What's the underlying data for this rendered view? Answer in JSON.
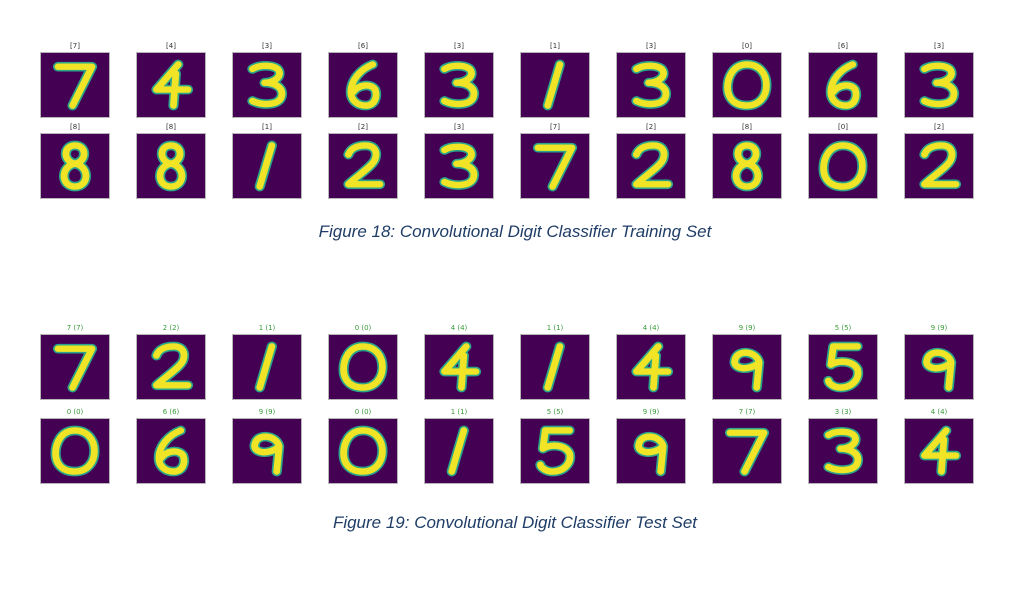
{
  "figure18": {
    "caption": "Figure 18: Convolutional Digit Classifier Training Set",
    "rows": [
      [
        {
          "label": "[7]",
          "digit": "7"
        },
        {
          "label": "[4]",
          "digit": "4"
        },
        {
          "label": "[3]",
          "digit": "3"
        },
        {
          "label": "[6]",
          "digit": "6"
        },
        {
          "label": "[3]",
          "digit": "3"
        },
        {
          "label": "[1]",
          "digit": "1"
        },
        {
          "label": "[3]",
          "digit": "3"
        },
        {
          "label": "[0]",
          "digit": "0"
        },
        {
          "label": "[6]",
          "digit": "6"
        },
        {
          "label": "[3]",
          "digit": "3"
        }
      ],
      [
        {
          "label": "[8]",
          "digit": "8"
        },
        {
          "label": "[8]",
          "digit": "8"
        },
        {
          "label": "[1]",
          "digit": "1"
        },
        {
          "label": "[2]",
          "digit": "2"
        },
        {
          "label": "[3]",
          "digit": "3"
        },
        {
          "label": "[7]",
          "digit": "7"
        },
        {
          "label": "[2]",
          "digit": "2"
        },
        {
          "label": "[8]",
          "digit": "8"
        },
        {
          "label": "[0]",
          "digit": "0"
        },
        {
          "label": "[2]",
          "digit": "2"
        }
      ]
    ]
  },
  "figure19": {
    "caption": "Figure 19: Convolutional Digit Classifier Test Set",
    "rows": [
      [
        {
          "label": "7 (7)",
          "digit": "7"
        },
        {
          "label": "2 (2)",
          "digit": "2"
        },
        {
          "label": "1 (1)",
          "digit": "1"
        },
        {
          "label": "0 (0)",
          "digit": "0"
        },
        {
          "label": "4 (4)",
          "digit": "4"
        },
        {
          "label": "1 (1)",
          "digit": "1"
        },
        {
          "label": "4 (4)",
          "digit": "4"
        },
        {
          "label": "9 (9)",
          "digit": "9"
        },
        {
          "label": "5 (5)",
          "digit": "5"
        },
        {
          "label": "9 (9)",
          "digit": "9"
        }
      ],
      [
        {
          "label": "0 (0)",
          "digit": "0"
        },
        {
          "label": "6 (6)",
          "digit": "6"
        },
        {
          "label": "9 (9)",
          "digit": "9"
        },
        {
          "label": "0 (0)",
          "digit": "0"
        },
        {
          "label": "1 (1)",
          "digit": "1"
        },
        {
          "label": "5 (5)",
          "digit": "5"
        },
        {
          "label": "9 (9)",
          "digit": "9"
        },
        {
          "label": "7 (7)",
          "digit": "7"
        },
        {
          "label": "3 (3)",
          "digit": "3"
        },
        {
          "label": "4 (4)",
          "digit": "4"
        }
      ]
    ]
  },
  "colors": {
    "tile_background": "#440154",
    "stroke": "#f1e427",
    "stroke_edge": "#2aa58a",
    "correct_label": "#3a9a3a",
    "caption": "#1f3d66"
  }
}
